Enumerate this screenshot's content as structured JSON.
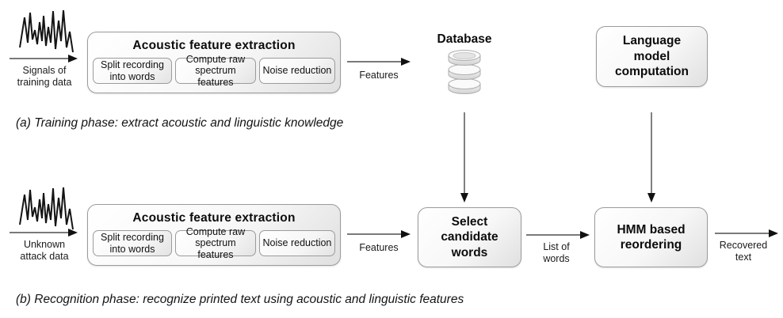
{
  "colors": {
    "box_border": "#9b9b9b",
    "box_fill_light": "#ffffff",
    "box_fill_dark": "#e0e0e0",
    "arrow": "#2a2a2a",
    "text": "#111111"
  },
  "phase_a": {
    "input_label": "Signals of\ntraining data",
    "afe": {
      "title": "Acoustic feature extraction",
      "steps": [
        "Split recording\ninto words",
        "Compute raw\nspectrum features",
        "Noise reduction"
      ]
    },
    "features_label": "Features",
    "database_label": "Database",
    "language_model_label": "Language\nmodel\ncomputation",
    "caption": "(a) Training phase: extract acoustic and linguistic knowledge"
  },
  "phase_b": {
    "input_label": "Unknown\nattack data",
    "afe": {
      "title": "Acoustic feature extraction",
      "steps": [
        "Split recording\ninto words",
        "Compute raw\nspectrum features",
        "Noise reduction"
      ]
    },
    "features_label": "Features",
    "select_candidate_label": "Select\ncandidate\nwords",
    "list_of_words_label": "List of\nwords",
    "hmm_label": "HMM based\nreordering",
    "recovered_text_label": "Recovered\ntext",
    "caption": "(b) Recognition phase: recognize printed text using acoustic and linguistic features"
  }
}
